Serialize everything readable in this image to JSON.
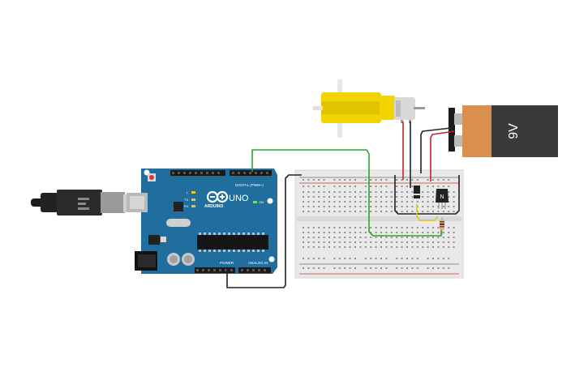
{
  "arduino": {
    "brand": "ARDUINO",
    "model": "UNO",
    "digital_header_label": "DIGITAL (PWM~)",
    "power_header_label": "POWER",
    "analog_header_label": "ANALOG IN",
    "led_labels": [
      "L",
      "TX",
      "RX",
      "ON"
    ],
    "board_color": "#1f6e9e"
  },
  "battery": {
    "label": "9V",
    "body_color": "#3a3a3a",
    "label_color": "#d9904e"
  },
  "motor": {
    "body_color": "#f2d400"
  },
  "transistor": {
    "label": "N"
  },
  "wires": {
    "signal_color": "#2aa52a",
    "ground_color": "#222222",
    "power_color": "#cc2222",
    "yellow_color": "#e4c21a"
  }
}
